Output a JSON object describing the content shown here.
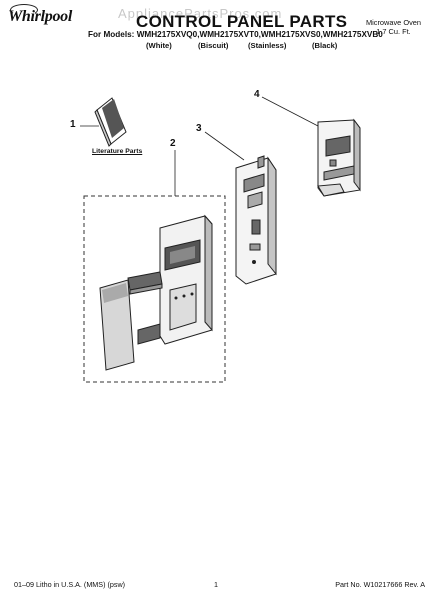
{
  "header": {
    "brand": "Whirlpool",
    "watermark": "AppliancePartsPros.com",
    "title": "CONTROL PANEL PARTS",
    "models_prefix": "For Models:",
    "models": "WMH2175XVQ0,WMH2175XVT0,WMH2175XVS0,WMH2175XVB0",
    "colors": [
      "(White)",
      "(Biscuit)",
      "(Stainless)",
      "(Black)"
    ],
    "product_type": "Microwave Oven",
    "capacity": "1.7 Cu. Ft."
  },
  "diagram": {
    "callouts": [
      "1",
      "2",
      "3",
      "4"
    ],
    "literature_label": "Literature Parts"
  },
  "footer": {
    "print_info": "01–09 Litho in U.S.A. (MMS) (psw)",
    "page_number": "1",
    "part_number": "Part No. W10217666 Rev. A"
  }
}
